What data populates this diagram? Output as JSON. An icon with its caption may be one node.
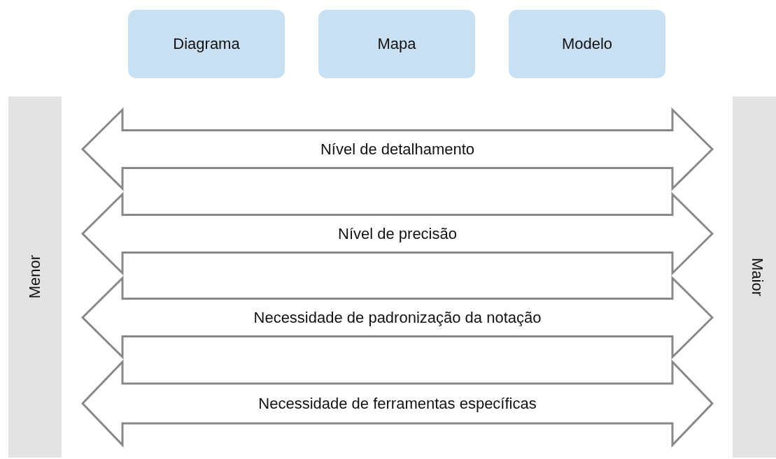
{
  "diagram": {
    "nodes": [
      {
        "text": [
          "Diagrama"
        ]
      },
      {
        "text": [
          "Mapa"
        ]
      },
      {
        "text": [
          "Modelo"
        ]
      },
      {
        "text": [
          "Menor"
        ]
      },
      {
        "text": [
          "Maior"
        ]
      }
    ],
    "edges": [
      {
        "from": 3,
        "to": 4,
        "arrow": "both",
        "label": "Nível de detalhamento"
      },
      {
        "from": 3,
        "to": 4,
        "arrow": "both",
        "label": "Nível de precisão"
      },
      {
        "from": 3,
        "to": 4,
        "arrow": "both",
        "label": "Necessidade de padronização da notação"
      },
      {
        "from": 3,
        "to": 4,
        "arrow": "both",
        "label": "Necessidade de ferramentas específicas"
      }
    ]
  }
}
